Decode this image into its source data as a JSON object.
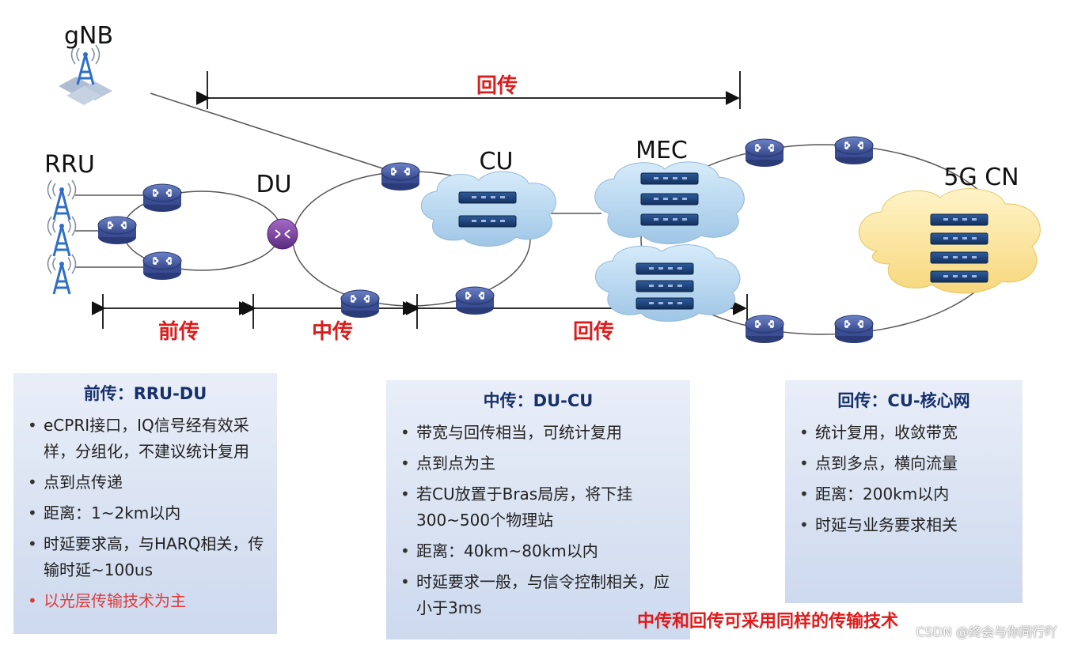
{
  "nodes": {
    "gnb": "gNB",
    "rru": "RRU",
    "du": "DU",
    "cu": "CU",
    "mec": "MEC",
    "core": "5G CN"
  },
  "segments": {
    "backhaul_top": "回传",
    "fronthaul": "前传",
    "midhaul": "中传",
    "backhaul_bottom": "回传"
  },
  "panels": {
    "fronthaul": {
      "title": "前传：RRU-DU",
      "items": [
        "eCPRI接口，IQ信号经有效采样，分组化，不建议统计复用",
        "点到点传递",
        "距离：1~2km以内",
        "时延要求高，与HARQ相关，传输时延~100us",
        "以光层传输技术为主"
      ]
    },
    "midhaul": {
      "title": "中传：DU-CU",
      "items": [
        "带宽与回传相当，可统计复用",
        "点到点为主",
        "若CU放置于Bras局房，将下挂300~500个物理站",
        "距离：40km~80km以内",
        "时延要求一般，与信令控制相关，应小于3ms"
      ]
    },
    "backhaul": {
      "title": "回传：CU-核心网",
      "items": [
        "统计复用，收敛带宽",
        "点到多点，横向流量",
        "距离：200km以内",
        "时延与业务要求相关"
      ]
    }
  },
  "note": "中传和回传可采用同样的传输技术",
  "watermark": "CSDN @终会与你同行吖",
  "colors": {
    "segment_label": "#d81e1e",
    "panel_title": "#17306b",
    "router_fill": "#4a5fa8",
    "cloud_blue": "#bcd9f2",
    "cloud_yellow": "#fbe7a6",
    "du_router": "#7a3fa0"
  }
}
